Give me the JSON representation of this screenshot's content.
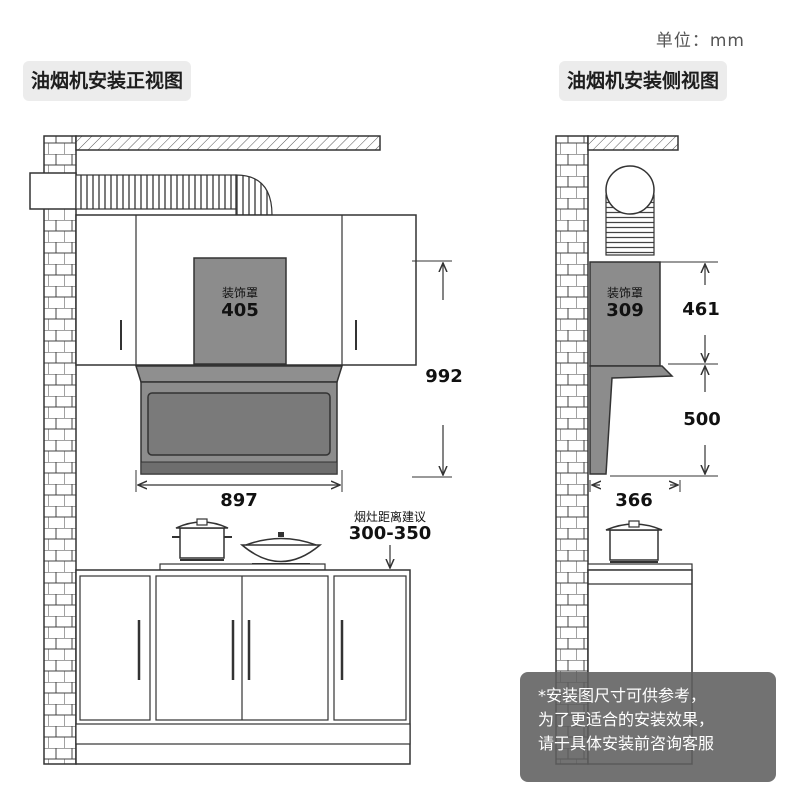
{
  "unit_label": "单位：mm",
  "titles": {
    "front": "油烟机安装正视图",
    "side": "油烟机安装侧视图"
  },
  "front": {
    "cover_label": "装饰罩",
    "cover_width": "405",
    "total_height": "992",
    "hood_width": "897",
    "stove_distance_label": "烟灶距离建议",
    "stove_distance": "300-350"
  },
  "side": {
    "cover_label": "装饰罩",
    "cover_depth": "309",
    "cover_height": "461",
    "hood_height": "500",
    "hood_depth": "366"
  },
  "note_lines": [
    "*安装图尺寸可供参考，",
    "为了更适合的安装效果，",
    "请于具体安装前咨询客服"
  ],
  "colors": {
    "line": "#333333",
    "hood_fill": "#8c8c8c",
    "hood_dark": "#6e6e6e",
    "note_bg": "#5f5f5f",
    "badge_bg": "#ececec"
  }
}
